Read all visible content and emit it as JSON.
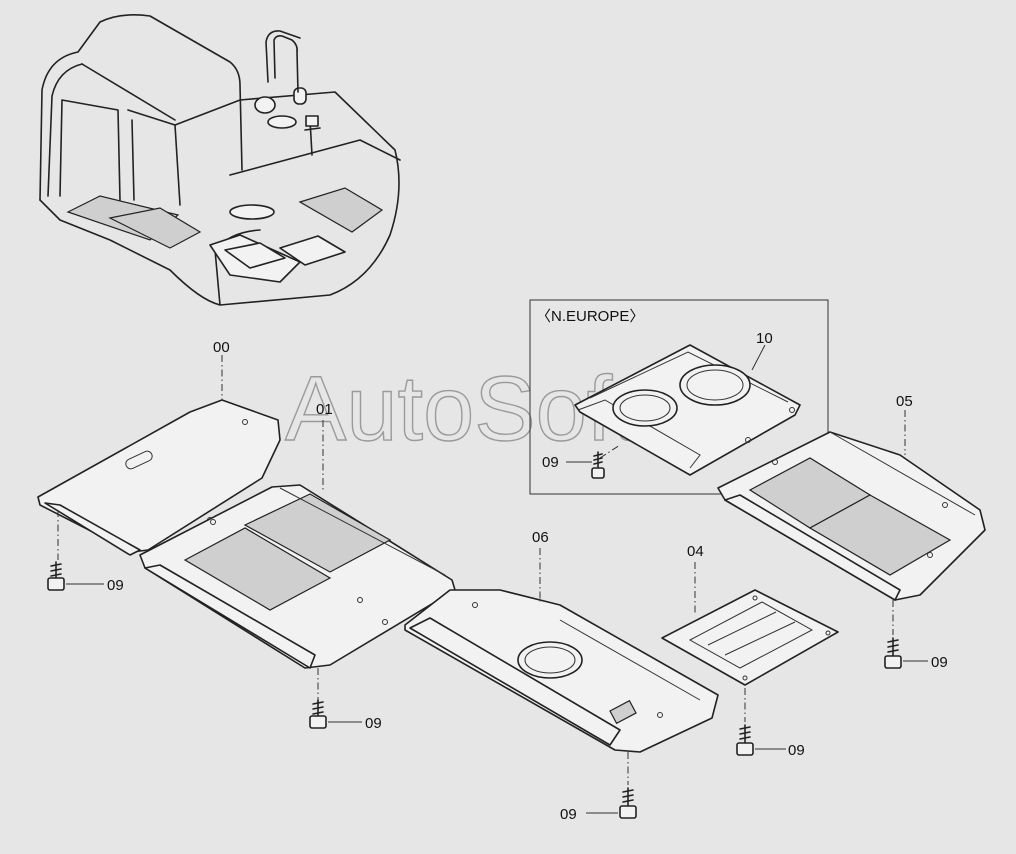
{
  "watermark": "AutoSoft",
  "region_box_label": "〈N.EUROPE〉",
  "callouts": {
    "c00": "00",
    "c01": "01",
    "c04": "04",
    "c05": "05",
    "c06": "06",
    "c10": "10",
    "c09_bolt_left": "09",
    "c09_bolt_center": "09",
    "c09_bolt_bottom": "09",
    "c09_bolt_04": "09",
    "c09_bolt_05": "09",
    "c09_bolt_box": "09"
  }
}
